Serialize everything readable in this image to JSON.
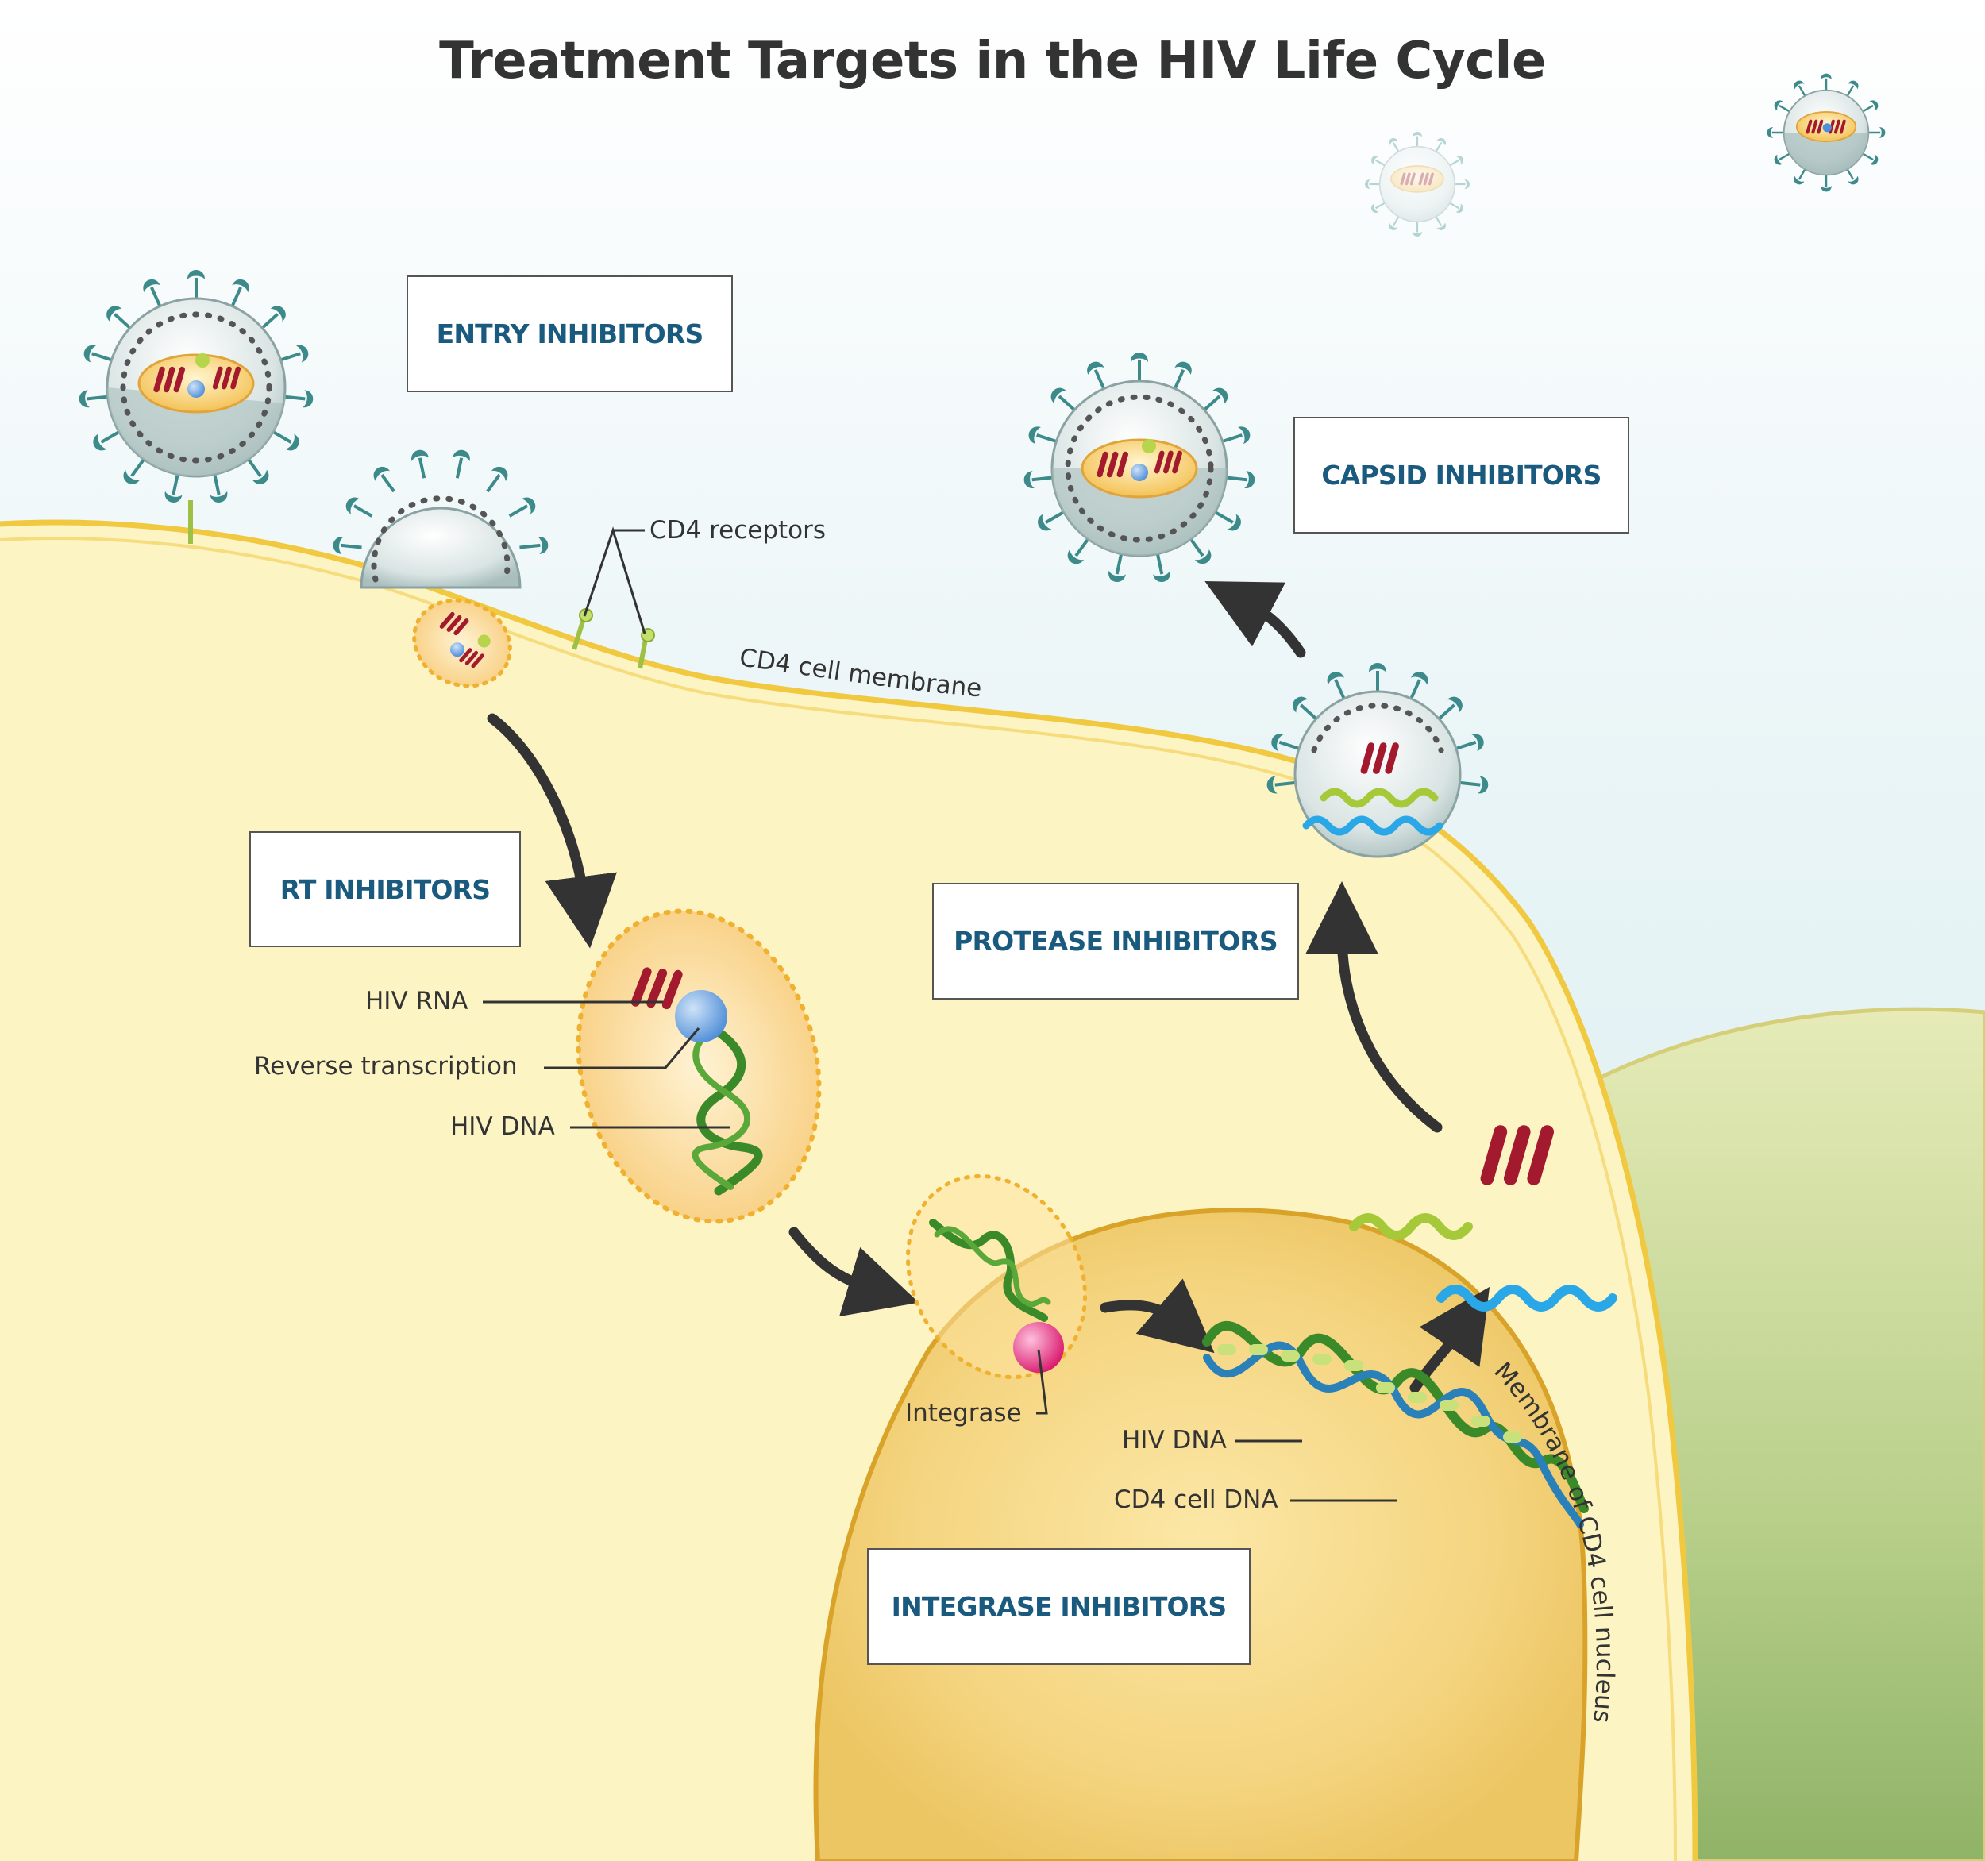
{
  "title": "Treatment Targets in the HIV Life Cycle",
  "colors": {
    "box_text": "#1a5a7e",
    "cytoplasm": "#fdf4c4",
    "membrane": "#f0c940",
    "nucleus": "#f2d07c",
    "virus": "#3d8a8a",
    "rna": "#a3192e",
    "dna_green": "#3a8a2a",
    "dna_blue": "#2a80b8",
    "reverse_transcriptase": "#4f8ed8",
    "integrase": "#e0287a",
    "arrow": "#333333"
  },
  "inhibitors": {
    "entry": "ENTRY INHIBITORS",
    "rt": "RT INHIBITORS",
    "capsid": "CAPSID INHIBITORS",
    "protease": "PROTEASE INHIBITORS",
    "integrase": "INTEGRASE INHIBITORS"
  },
  "labels": {
    "cd4_receptors": "CD4 receptors",
    "cd4_membrane": "CD4 cell membrane",
    "hiv_rna": "HIV RNA",
    "reverse_transcription": "Reverse transcription",
    "hiv_dna_rt": "HIV DNA",
    "integrase": "Integrase",
    "hiv_dna_nucleus": "HIV DNA",
    "cd4_dna": "CD4 cell DNA",
    "nucleus_membrane": "Membrane of CD4 cell nucleus"
  },
  "icons": [
    "hiv-virion-icon",
    "cd4-receptor-icon",
    "hiv-rna-icon",
    "dna-helix-icon",
    "reverse-transcriptase-icon",
    "integrase-enzyme-icon",
    "mrna-strand-icon",
    "arrow-icon"
  ]
}
